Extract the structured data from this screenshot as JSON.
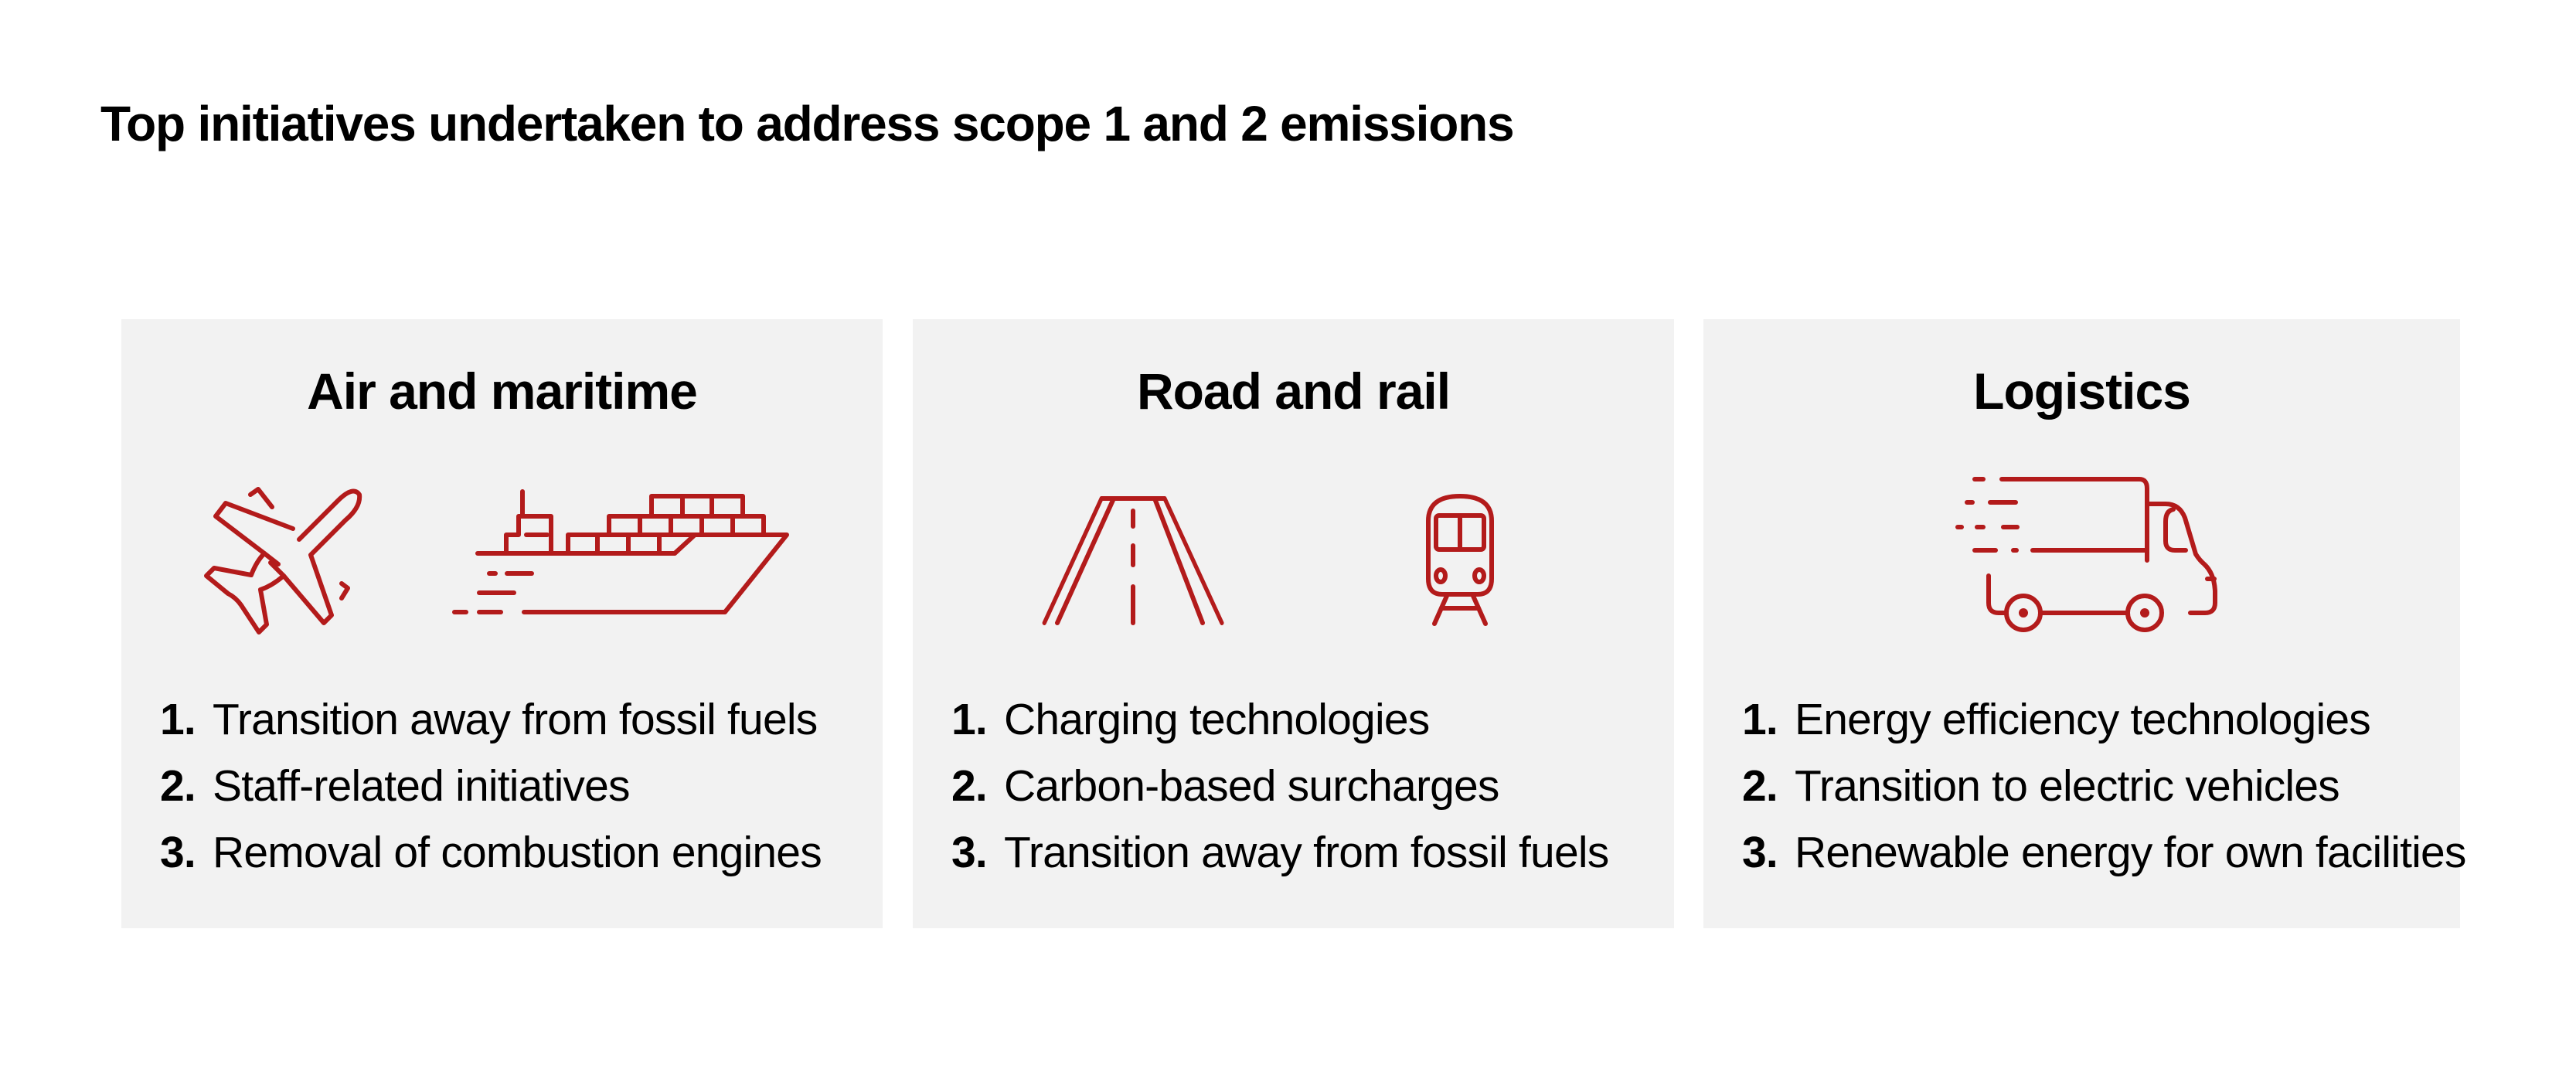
{
  "title": "Top initiatives undertaken to address scope 1 and 2 emissions",
  "colors": {
    "icon_red": "#b31b1b",
    "card_background": "#f2f2f2",
    "text": "#000000",
    "page_background": "#ffffff"
  },
  "cards": [
    {
      "title": "Air and maritime",
      "icons": [
        "airplane-icon",
        "cargo-ship-icon"
      ],
      "items": [
        {
          "rank": "1.",
          "text": "Transition away from fossil fuels"
        },
        {
          "rank": "2.",
          "text": "Staff-related initiatives"
        },
        {
          "rank": "3.",
          "text": "Removal of combustion engines"
        }
      ]
    },
    {
      "title": "Road and rail",
      "icons": [
        "road-icon",
        "train-icon"
      ],
      "items": [
        {
          "rank": "1.",
          "text": "Charging technologies"
        },
        {
          "rank": "2.",
          "text": "Carbon-based surcharges"
        },
        {
          "rank": "3.",
          "text": "Transition away from fossil fuels"
        }
      ]
    },
    {
      "title": "Logistics",
      "icons": [
        "delivery-truck-icon"
      ],
      "items": [
        {
          "rank": "1.",
          "text": "Energy efficiency technologies"
        },
        {
          "rank": "2.",
          "text": "Transition to electric vehicles"
        },
        {
          "rank": "3.",
          "text": "Renewable energy for own facilities"
        }
      ]
    }
  ]
}
